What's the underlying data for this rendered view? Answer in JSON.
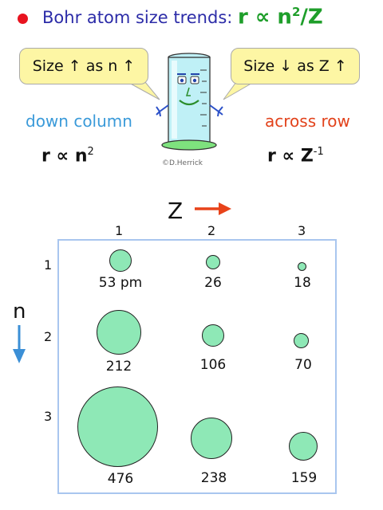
{
  "title": {
    "text": "Bohr atom size trends:",
    "formula": "r ∝ n",
    "formula_sup": "2",
    "formula_tail": "/Z"
  },
  "bubbles": {
    "left": "Size ↑ as n ↑",
    "right": "Size ↓ as Z ↑"
  },
  "captions": {
    "left": "down column",
    "right": "across row"
  },
  "relations": {
    "left_base": "r ∝ n",
    "left_sup": "2",
    "right_base": "r ∝ Z",
    "right_sup": "-1"
  },
  "credit": "©D.Herrick",
  "axes": {
    "z_label": "Z",
    "n_label": "n",
    "z_values": [
      "1",
      "2",
      "3"
    ],
    "n_values": [
      "1",
      "2",
      "3"
    ]
  },
  "cells": [
    [
      "53 pm",
      "26",
      "18"
    ],
    [
      "212",
      "106",
      "70"
    ],
    [
      "476",
      "238",
      "159"
    ]
  ],
  "colors": {
    "circle_fill": "#8ee8b6",
    "title": "#2c2ca8",
    "formula": "#1e9e2a",
    "down_caption": "#3a9ad9",
    "across_caption": "#e2421b",
    "bubble": "#fdf6a4",
    "z_arrow": "#e8431a",
    "n_arrow": "#3b8fd6"
  },
  "icons": {
    "bullet": "red-dot",
    "mascot": "graduated-cylinder-character",
    "z_arrow": "arrow-right",
    "n_arrow": "arrow-down"
  }
}
